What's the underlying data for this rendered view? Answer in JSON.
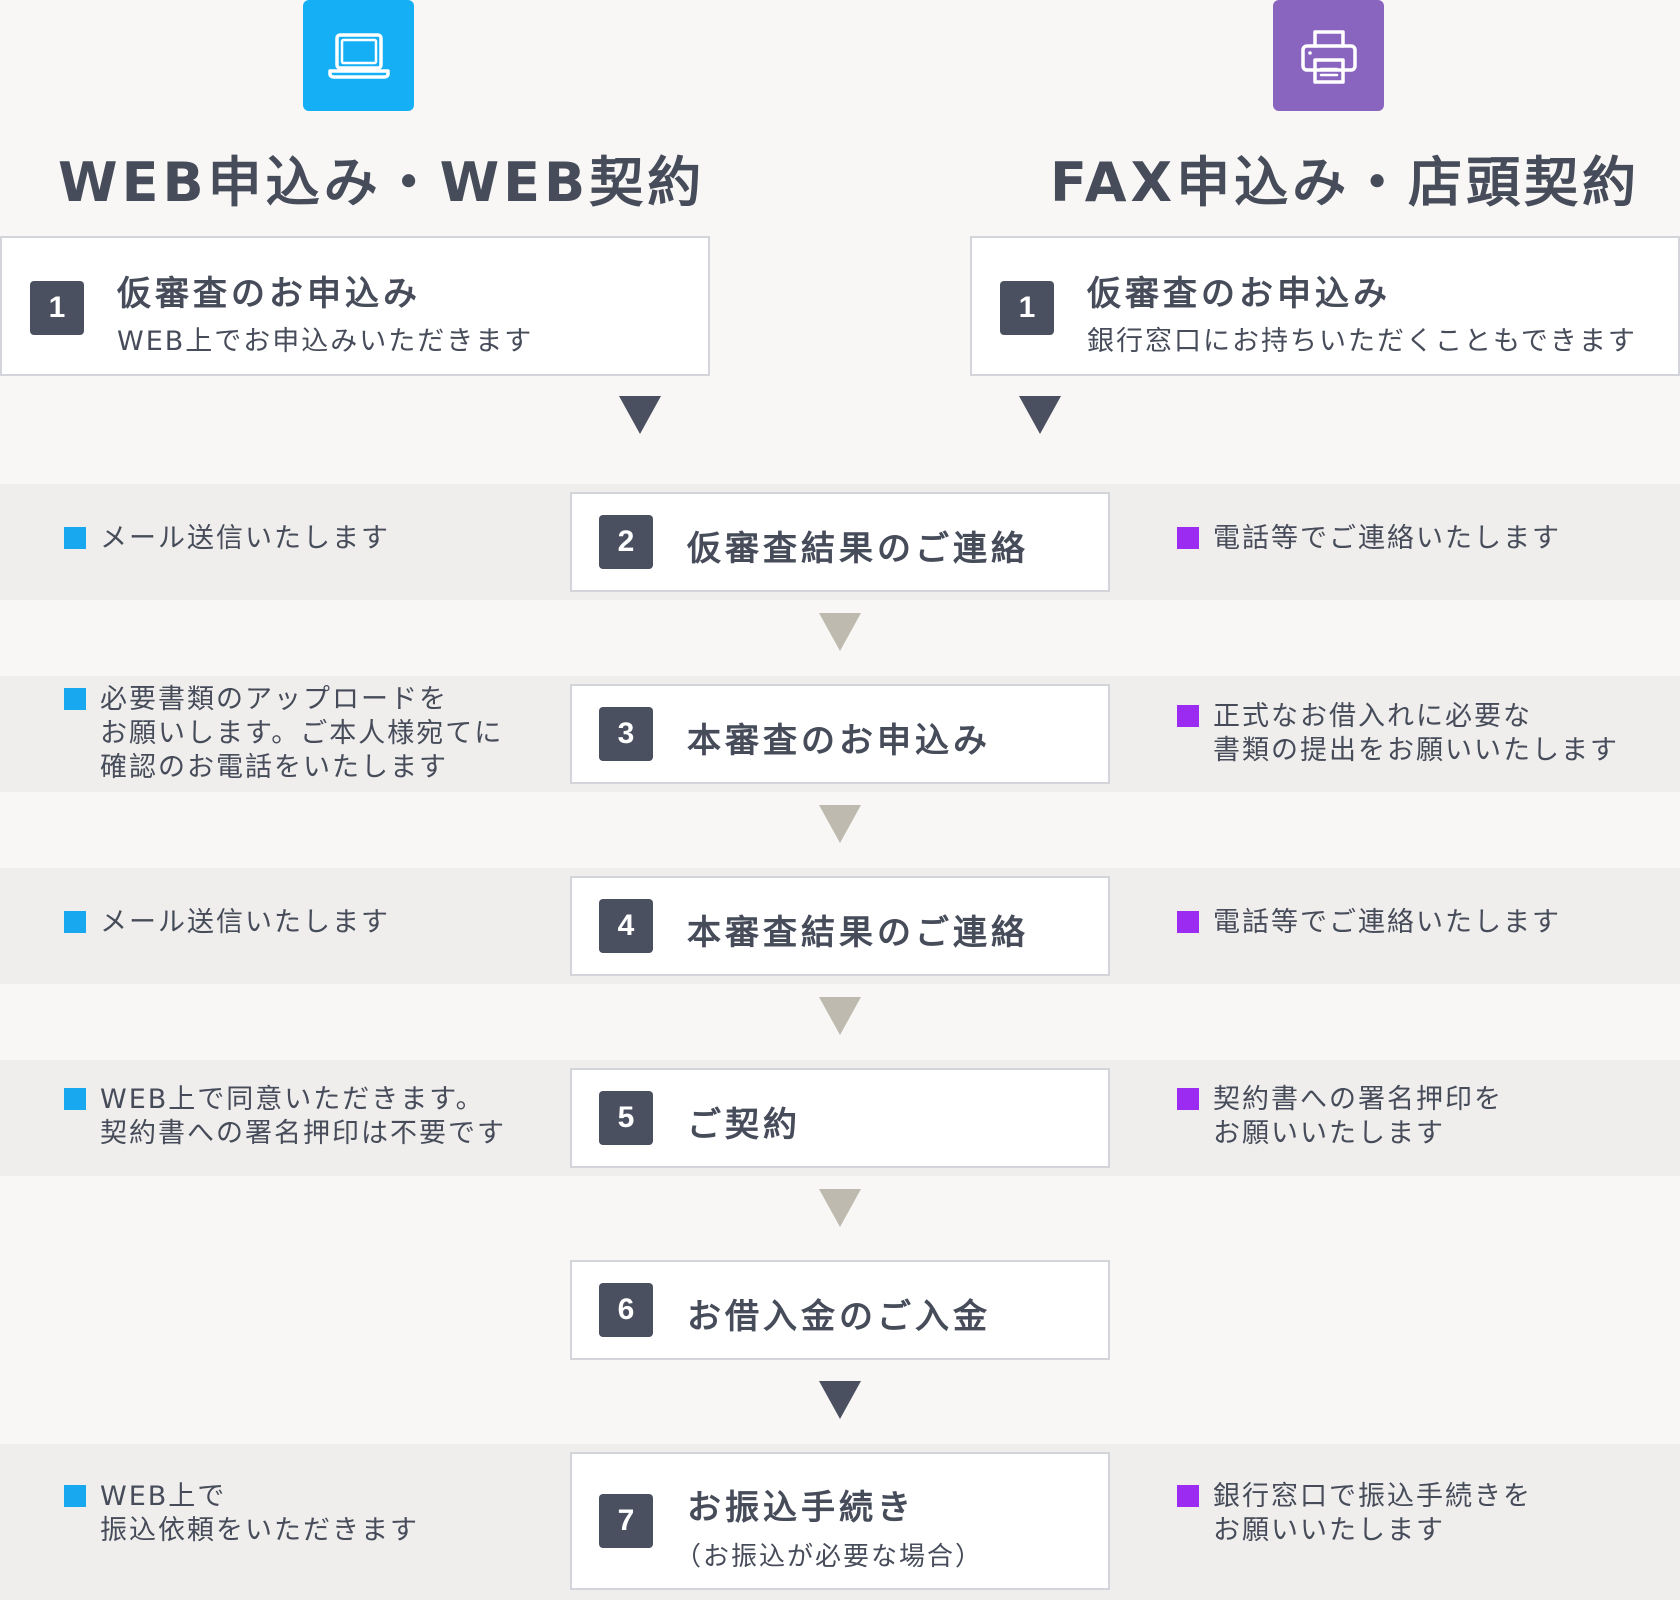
{
  "header": {
    "web": {
      "title": "WEB申込み・WEB契約",
      "icon": "laptop-icon",
      "color": "#14aff5"
    },
    "fax": {
      "title": "FAX申込み・店頭契約",
      "icon": "printer-icon",
      "color": "#8a65c0"
    }
  },
  "step1": {
    "web": {
      "num": "1",
      "title": "仮審査のお申込み",
      "sub": "WEB上でお申込みいただきます"
    },
    "fax": {
      "num": "1",
      "title": "仮審査のお申込み",
      "sub": "銀行窓口にお持ちいただくこともできます"
    }
  },
  "steps": [
    {
      "num": "2",
      "title": "仮審査結果のご連絡",
      "web_note": [
        "メール送信いたします"
      ],
      "fax_note": [
        "電話等でご連絡いたします"
      ]
    },
    {
      "num": "3",
      "title": "本審査のお申込み",
      "web_note": [
        "必要書類のアップロードを",
        "お願いします。ご本人様宛てに",
        "確認のお電話をいたします"
      ],
      "fax_note": [
        "正式なお借入れに必要な",
        "書類の提出をお願いいたします"
      ]
    },
    {
      "num": "4",
      "title": "本審査結果のご連絡",
      "web_note": [
        "メール送信いたします"
      ],
      "fax_note": [
        "電話等でご連絡いたします"
      ]
    },
    {
      "num": "5",
      "title": "ご契約",
      "web_note": [
        "WEB上で同意いただきます。",
        "契約書への署名押印は不要です"
      ],
      "fax_note": [
        "契約書への署名押印を",
        "お願いいたします"
      ]
    },
    {
      "num": "6",
      "title": "お借入金のご入金"
    },
    {
      "num": "7",
      "title": "お振込手続き",
      "paren": "（お振込が必要な場合）",
      "web_note": [
        "WEB上で",
        "振込依頼をいただきます"
      ],
      "fax_note": [
        "銀行窓口で振込手続きを",
        "お願いいたします"
      ]
    }
  ],
  "colors": {
    "web_marker": "#18a8f0",
    "fax_marker": "#9b2bf0",
    "number_badge": "#4b5060"
  }
}
